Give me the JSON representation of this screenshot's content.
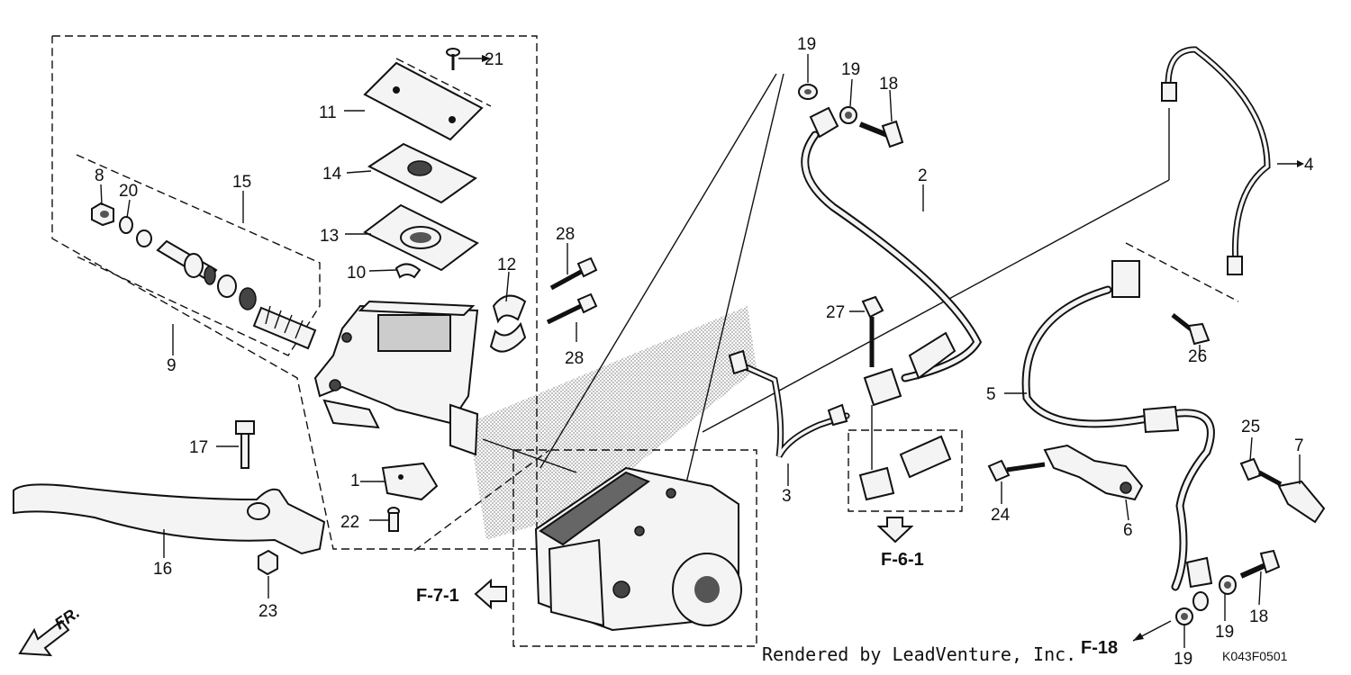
{
  "diagram": {
    "part_labels": [
      {
        "text": "1"
      },
      {
        "text": "2"
      },
      {
        "text": "3"
      },
      {
        "text": "4"
      },
      {
        "text": "5"
      },
      {
        "text": "6"
      },
      {
        "text": "7"
      },
      {
        "text": "8"
      },
      {
        "text": "9"
      },
      {
        "text": "10"
      },
      {
        "text": "11"
      },
      {
        "text": "12"
      },
      {
        "text": "13"
      },
      {
        "text": "14"
      },
      {
        "text": "15"
      },
      {
        "text": "16"
      },
      {
        "text": "17"
      },
      {
        "text": "18"
      },
      {
        "text": "18"
      },
      {
        "text": "19"
      },
      {
        "text": "19"
      },
      {
        "text": "19"
      },
      {
        "text": "19"
      },
      {
        "text": "20"
      },
      {
        "text": "21"
      },
      {
        "text": "22"
      },
      {
        "text": "23"
      },
      {
        "text": "24"
      },
      {
        "text": "25"
      },
      {
        "text": "26"
      },
      {
        "text": "27"
      },
      {
        "text": "28"
      },
      {
        "text": "28"
      }
    ],
    "references": [
      {
        "text": "F-7-1"
      },
      {
        "text": "F-6-1"
      },
      {
        "text": "F-18"
      }
    ],
    "direction_label": "FR.",
    "credit": "Rendered by LeadVenture, Inc.",
    "diagram_code": "K043F0501"
  }
}
